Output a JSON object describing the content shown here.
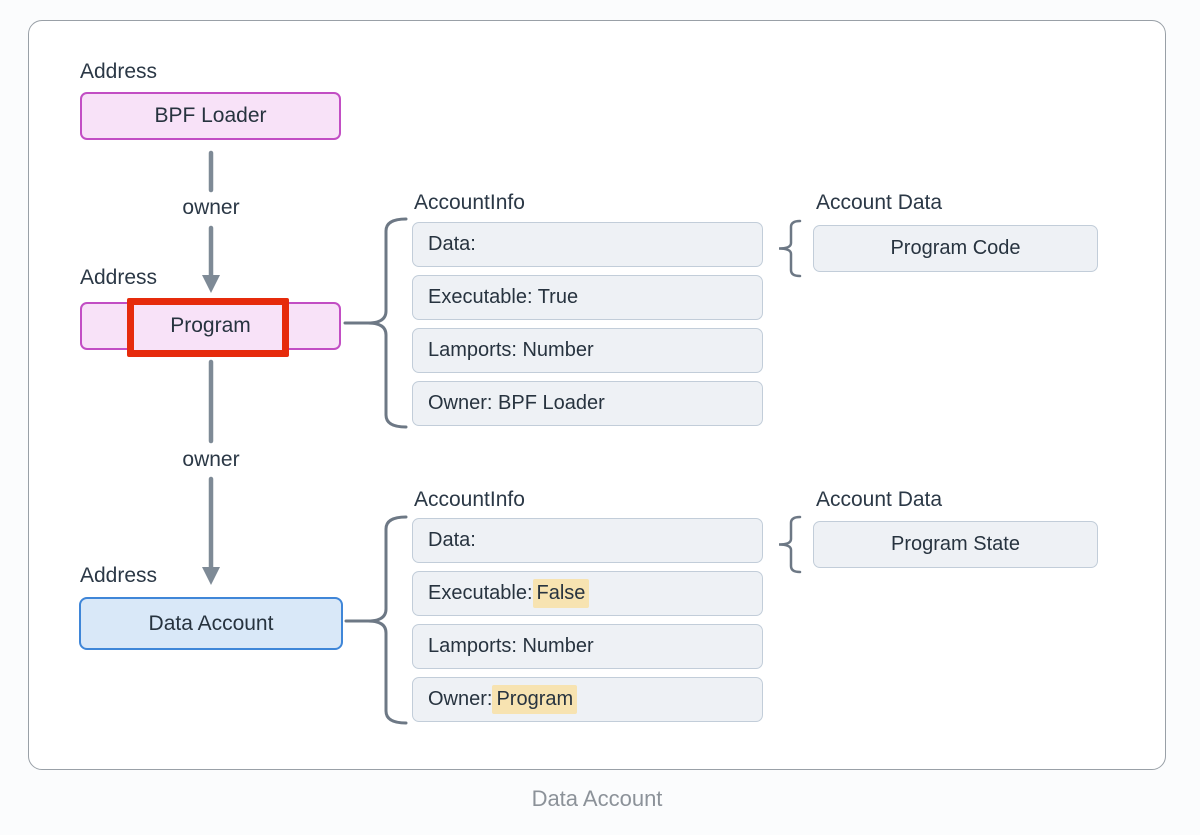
{
  "caption": "Data Account",
  "colors": {
    "pink_fill": "#f8e2f8",
    "pink_border": "#c24ec4",
    "blue_fill": "#d9e8f8",
    "blue_border": "#3f86d8",
    "field_fill": "#eef1f5",
    "field_border": "#c2cdd9",
    "highlight_yellow": "#f7e3b1",
    "annotation_red": "#e62b0c",
    "connector_gray": "#7e8a96",
    "text_dark": "#27333f",
    "caption_gray": "#8c9299"
  },
  "nodes": {
    "bpf_loader": {
      "address_label": "Address",
      "name": "BPF Loader"
    },
    "program": {
      "address_label": "Address",
      "name": "Program"
    },
    "data_account": {
      "address_label": "Address",
      "name": "Data Account"
    }
  },
  "edges": {
    "owner1": {
      "label": "owner"
    },
    "owner2": {
      "label": "owner"
    }
  },
  "program_info": {
    "title": "AccountInfo",
    "rows": [
      {
        "prefix": "Data:",
        "highlight": ""
      },
      {
        "prefix": "Executable: True",
        "highlight": ""
      },
      {
        "prefix": "Lamports: Number",
        "highlight": ""
      },
      {
        "prefix": "Owner: BPF Loader",
        "highlight": ""
      }
    ],
    "account_data": {
      "title": "Account Data",
      "value": "Program Code"
    }
  },
  "data_account_info": {
    "title": "AccountInfo",
    "rows": [
      {
        "prefix": "Data:",
        "highlight": ""
      },
      {
        "prefix": "Executable:",
        "highlight": "False"
      },
      {
        "prefix": "Lamports: Number",
        "highlight": ""
      },
      {
        "prefix": "Owner:",
        "highlight": "Program"
      }
    ],
    "account_data": {
      "title": "Account Data",
      "value": "Program State"
    }
  }
}
